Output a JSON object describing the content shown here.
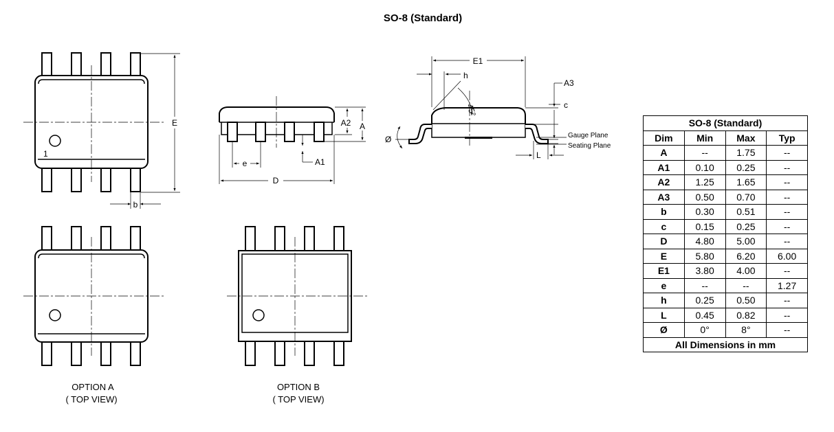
{
  "page_title": "SO-8 (Standard)",
  "views": {
    "option_a": {
      "line1": "OPTION A",
      "line2": "( TOP VIEW)"
    },
    "option_b": {
      "line1": "OPTION B",
      "line2": "( TOP VIEW)"
    },
    "pin1_label": "1"
  },
  "labels": {
    "E": "E",
    "b": "b",
    "A2": "A2",
    "A": "A",
    "e": "e",
    "A1": "A1",
    "D": "D",
    "E1": "E1",
    "h": "h",
    "A3": "A3",
    "c": "c",
    "angle_45": "45°",
    "phi": "Ø",
    "gauge_plane": "Gauge Plane",
    "seating_plane": "Seating Plane",
    "L": "L"
  },
  "table": {
    "title": "SO-8 (Standard)",
    "columns": [
      "Dim",
      "Min",
      "Max",
      "Typ"
    ],
    "rows": [
      [
        "A",
        "--",
        "1.75",
        "--"
      ],
      [
        "A1",
        "0.10",
        "0.25",
        "--"
      ],
      [
        "A2",
        "1.25",
        "1.65",
        "--"
      ],
      [
        "A3",
        "0.50",
        "0.70",
        "--"
      ],
      [
        "b",
        "0.30",
        "0.51",
        "--"
      ],
      [
        "c",
        "0.15",
        "0.25",
        "--"
      ],
      [
        "D",
        "4.80",
        "5.00",
        "--"
      ],
      [
        "E",
        "5.80",
        "6.20",
        "6.00"
      ],
      [
        "E1",
        "3.80",
        "4.00",
        "--"
      ],
      [
        "e",
        "--",
        "--",
        "1.27"
      ],
      [
        "h",
        "0.25",
        "0.50",
        "--"
      ],
      [
        "L",
        "0.45",
        "0.82",
        "--"
      ],
      [
        "Ø",
        "0°",
        "8°",
        "--"
      ]
    ],
    "footer": "All Dimensions  in mm"
  }
}
